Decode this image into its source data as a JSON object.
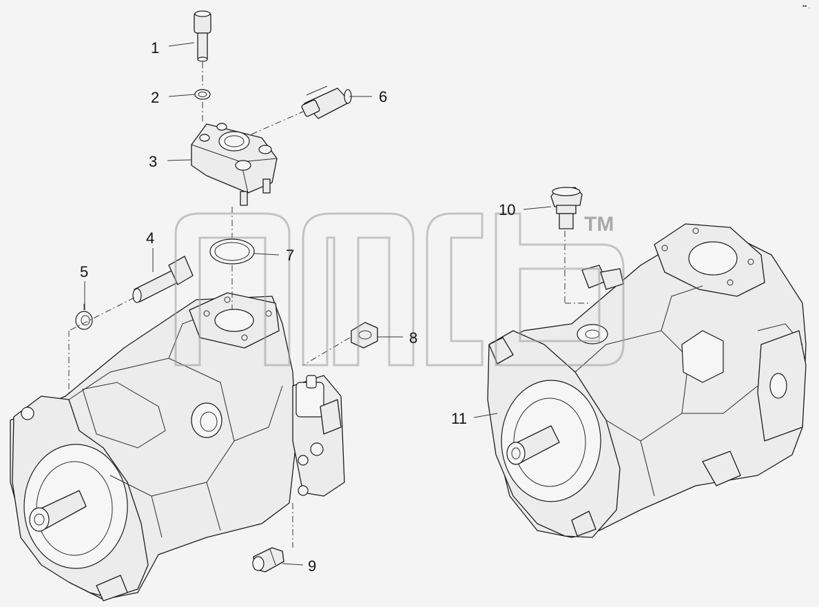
{
  "callouts": [
    "1",
    "2",
    "3",
    "4",
    "5",
    "6",
    "7",
    "8",
    "9",
    "10",
    "11"
  ],
  "watermark": {
    "trademark": "TM"
  },
  "corner_mark": "•• ."
}
